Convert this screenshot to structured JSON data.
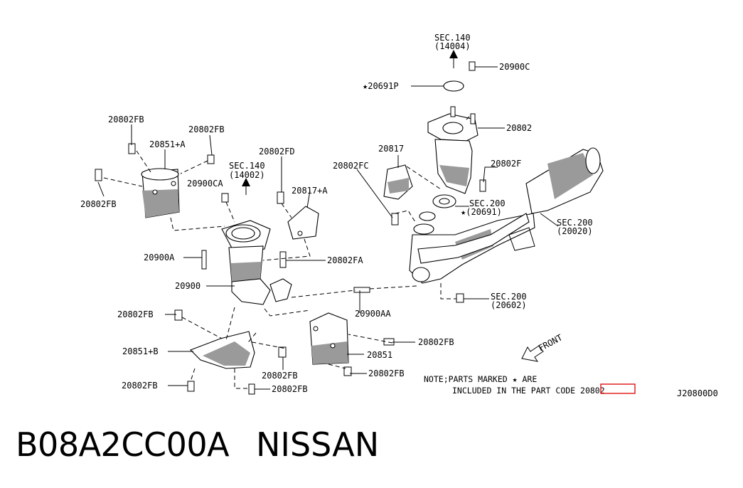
{
  "callouts": [
    {
      "id": "sec140-top",
      "lines": [
        "SEC.140",
        "(14004)"
      ]
    },
    {
      "id": "p20900c",
      "lines": [
        "20900C"
      ]
    },
    {
      "id": "p20691p",
      "lines": [
        "★20691P"
      ]
    },
    {
      "id": "p20802-top",
      "lines": [
        "20802"
      ]
    },
    {
      "id": "p20802fb-1",
      "lines": [
        "20802FB"
      ]
    },
    {
      "id": "p20802fb-2",
      "lines": [
        "20802FB"
      ]
    },
    {
      "id": "p20851a",
      "lines": [
        "20851+A"
      ]
    },
    {
      "id": "p20802fd",
      "lines": [
        "20802FD"
      ]
    },
    {
      "id": "p20817",
      "lines": [
        "20817"
      ]
    },
    {
      "id": "p20802fc",
      "lines": [
        "20802FC"
      ]
    },
    {
      "id": "p20802f",
      "lines": [
        "20802F"
      ]
    },
    {
      "id": "sec140-mid",
      "lines": [
        "SEC.140",
        "(14002)"
      ]
    },
    {
      "id": "p20900ca",
      "lines": [
        "20900CA"
      ]
    },
    {
      "id": "p20817a",
      "lines": [
        "20817+A"
      ]
    },
    {
      "id": "sec200-20691",
      "lines": [
        "SEC.200",
        "★(20691)"
      ]
    },
    {
      "id": "p20802fb-3",
      "lines": [
        "20802FB"
      ]
    },
    {
      "id": "sec200-20020",
      "lines": [
        "SEC.200",
        "(20020)"
      ]
    },
    {
      "id": "p20900a",
      "lines": [
        "20900A"
      ]
    },
    {
      "id": "p20802fa",
      "lines": [
        "20802FA"
      ]
    },
    {
      "id": "p20900",
      "lines": [
        "20900"
      ]
    },
    {
      "id": "sec200-20602",
      "lines": [
        "SEC.200",
        "(20602)"
      ]
    },
    {
      "id": "p20802fb-4",
      "lines": [
        "20802FB"
      ]
    },
    {
      "id": "p20900aa",
      "lines": [
        "20900AA"
      ]
    },
    {
      "id": "p20802fb-5",
      "lines": [
        "20802FB"
      ]
    },
    {
      "id": "p20851b",
      "lines": [
        "20851+B"
      ]
    },
    {
      "id": "p20851",
      "lines": [
        "20851"
      ]
    },
    {
      "id": "p20802fb-6",
      "lines": [
        "20802FB"
      ]
    },
    {
      "id": "p20802fb-7",
      "lines": [
        "20802FB"
      ]
    },
    {
      "id": "p20802fb-8",
      "lines": [
        "20802FB"
      ]
    },
    {
      "id": "p20802fb-9",
      "lines": [
        "20802FB"
      ]
    }
  ],
  "front_label": "FRONT",
  "note": {
    "line1": "NOTE;PARTS MARKED ★ ARE",
    "line2_prefix": "INCLUDED IN THE PART CODE",
    "line2_code": "20802"
  },
  "diagram_code": "J20800D0",
  "footer": {
    "part_code": "B08A2CC00A",
    "brand": "NISSAN"
  },
  "colors": {
    "ink": "#000000",
    "highlight_box": "#e01010",
    "shading": "#9a9a9a"
  }
}
